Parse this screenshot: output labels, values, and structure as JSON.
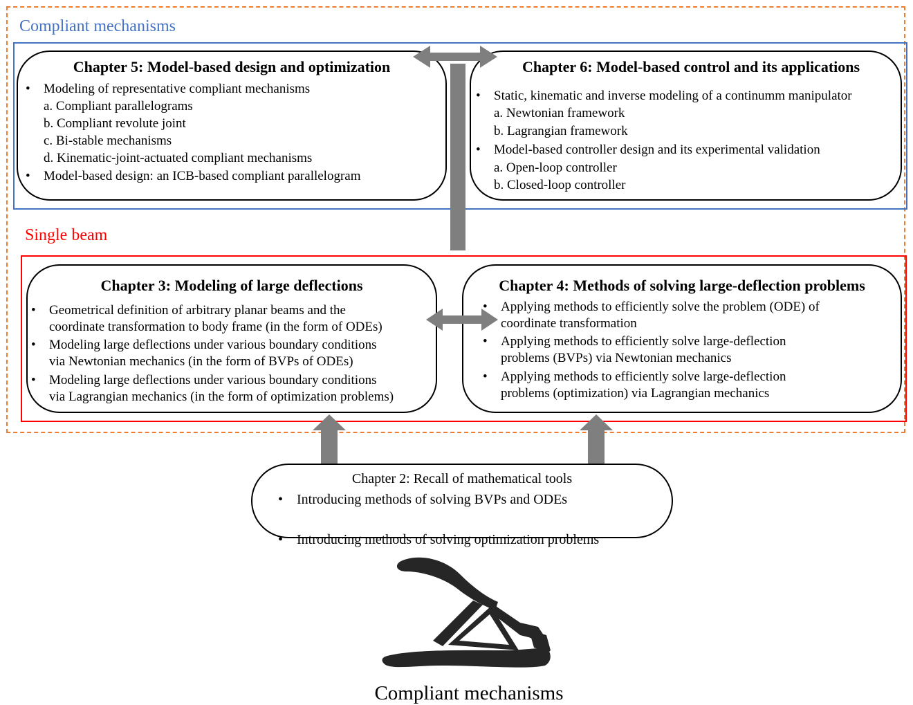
{
  "regions": {
    "compliant_label": "Compliant mechanisms",
    "single_beam_label": "Single beam"
  },
  "chapter5": {
    "title": "Chapter 5: Model-based design and optimization",
    "items": [
      "Modeling of representative compliant mechanisms",
      "a. Compliant parallelograms",
      "b. Compliant revolute joint",
      "c. Bi-stable mechanisms",
      "d. Kinematic-joint-actuated compliant mechanisms",
      "Model-based design: an ICB-based compliant parallelogram"
    ]
  },
  "chapter6": {
    "title": "Chapter 6: Model-based control and its applications",
    "items": [
      "Static, kinematic and inverse modeling of a continumm manipulator",
      "a. Newtonian framework",
      "b. Lagrangian framework",
      "Model-based controller design and its experimental validation",
      "a. Open-loop controller",
      "b. Closed-loop controller"
    ]
  },
  "chapter3": {
    "title": "Chapter 3: Modeling of large deflections",
    "items": [
      "Geometrical definition of arbitrary planar beams and the",
      "coordinate transformation to body frame (in the form of ODEs)",
      "Modeling large deflections under various boundary conditions",
      "via Newtonian mechanics (in the form of BVPs of ODEs)",
      "Modeling large deflections under various boundary conditions",
      "via Lagrangian mechanics (in the form of optimization problems)"
    ]
  },
  "chapter4": {
    "title": "Chapter 4: Methods of solving large-deflection problems",
    "items": [
      "Applying methods to efficiently solve the problem (ODE) of",
      "coordinate transformation",
      "Applying methods to efficiently solve large-deflection",
      "problems (BVPs) via Newtonian mechanics",
      "Applying methods to efficiently solve large-deflection",
      "problems (optimization) via Lagrangian mechanics"
    ]
  },
  "chapter2": {
    "title": "Chapter 2: Recall of mathematical tools",
    "items": [
      "Introducing methods of solving BVPs and ODEs",
      "Introducing methods of solving optimization problems"
    ]
  },
  "caption": "Compliant mechanisms",
  "colors": {
    "outer_dashed": "#ed7d31",
    "compliant_frame": "#4472c4",
    "single_beam_frame": "#ff0000",
    "arrow": "#7f7f7f",
    "icon": "#262626"
  }
}
